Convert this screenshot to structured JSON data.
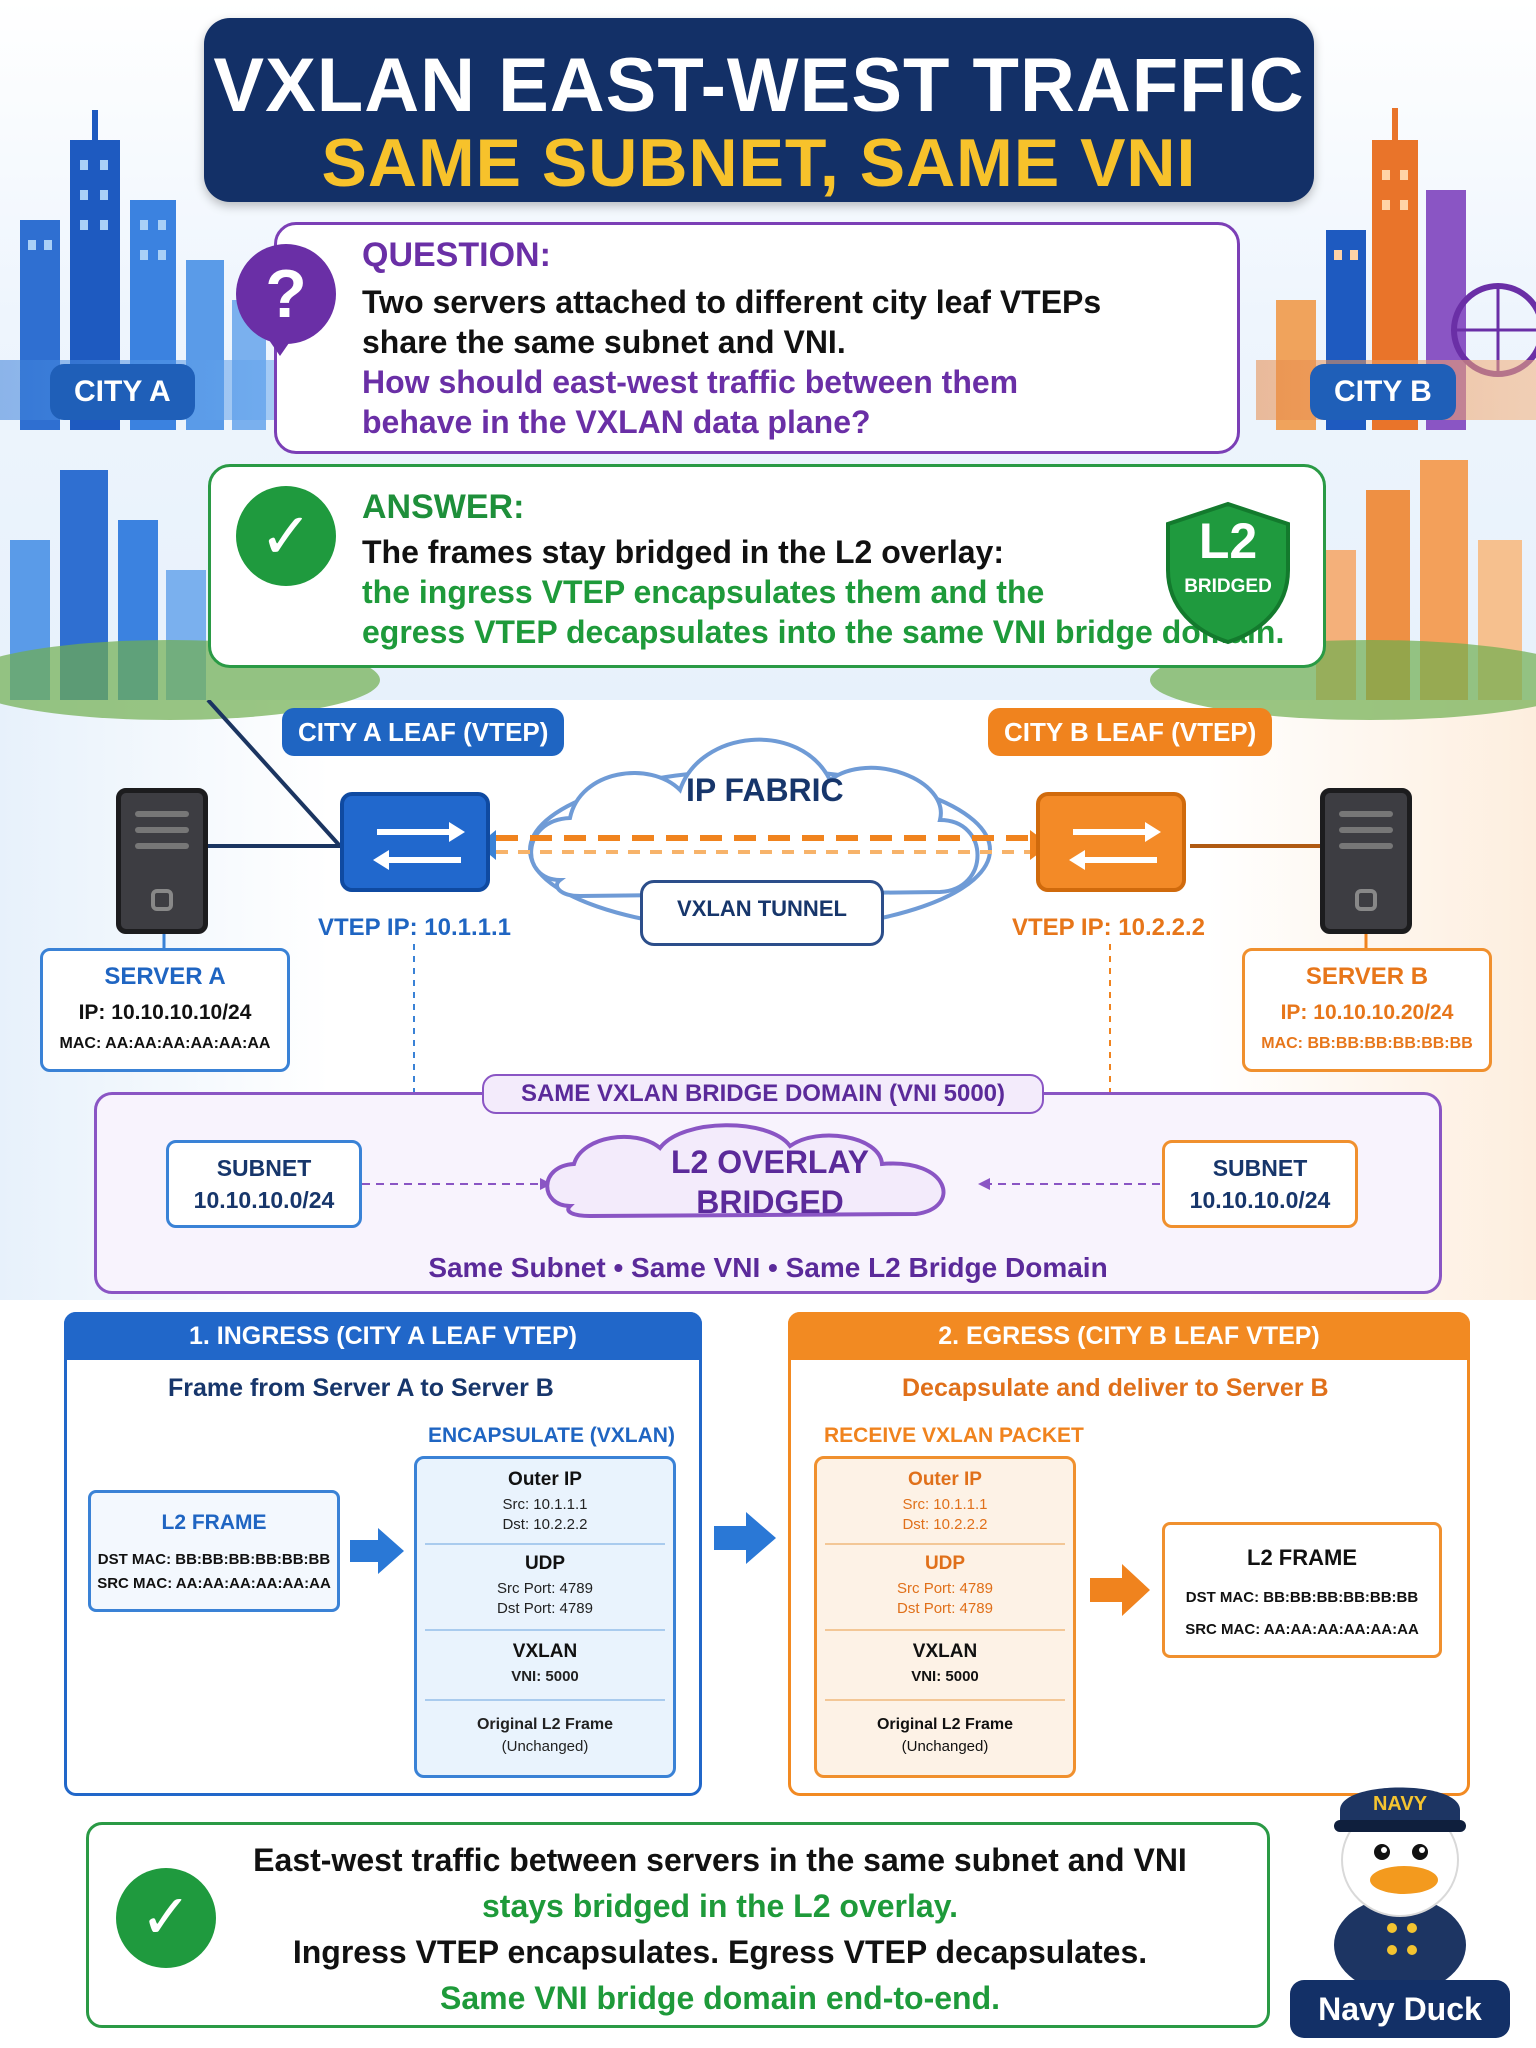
{
  "title": {
    "line1": "VXLAN EAST-WEST TRAFFIC",
    "line2": "SAME SUBNET, SAME VNI"
  },
  "cities": {
    "a": "CITY A",
    "b": "CITY B"
  },
  "question": {
    "heading": "QUESTION:",
    "lines": [
      "Two servers attached to different city leaf VTEPs",
      "share the same subnet and VNI.",
      "How should east-west traffic between them",
      "behave in the VXLAN data plane?"
    ]
  },
  "answer": {
    "heading": "ANSWER:",
    "lines": [
      "The frames stay bridged in the L2 overlay:",
      "the ingress VTEP encapsulates them and the",
      "egress VTEP decapsulates into the same VNI bridge domain."
    ],
    "badge_big": "L2",
    "badge_small": "BRIDGED"
  },
  "diagram": {
    "leaf_a": "CITY A LEAF (VTEP)",
    "leaf_b": "CITY B LEAF (VTEP)",
    "vtep_ip_a": "VTEP IP: 10.1.1.1",
    "vtep_ip_b": "VTEP IP: 10.2.2.2",
    "cloud": "IP FABRIC",
    "tunnel": "VXLAN TUNNEL",
    "server_a": {
      "name": "SERVER A",
      "ip": "IP: 10.10.10.10/24",
      "mac": "MAC: AA:AA:AA:AA:AA:AA"
    },
    "server_b": {
      "name": "SERVER B",
      "ip": "IP: 10.10.10.20/24",
      "mac": "MAC: BB:BB:BB:BB:BB:BB"
    }
  },
  "bridge_domain": {
    "title": "SAME VXLAN BRIDGE DOMAIN (VNI 5000)",
    "subnet_title": "SUBNET",
    "subnet_value": "10.10.10.0/24",
    "overlay_l1": "L2 OVERLAY",
    "overlay_l2": "BRIDGED",
    "footer": "Same Subnet • Same VNI • Same L2 Bridge Domain"
  },
  "ingress": {
    "header": "1. INGRESS (CITY A LEAF VTEP)",
    "subtitle": "Frame from Server A to Server B",
    "caption": "ENCAPSULATE (VXLAN)",
    "frame_title": "L2 FRAME",
    "frame_dst": "DST MAC: BB:BB:BB:BB:BB:BB",
    "frame_src": "SRC MAC: AA:AA:AA:AA:AA:AA"
  },
  "egress": {
    "header": "2. EGRESS (CITY B LEAF VTEP)",
    "subtitle": "Decapsulate and deliver to Server B",
    "caption": "RECEIVE VXLAN PACKET",
    "frame_title": "L2 FRAME",
    "frame_dst": "DST MAC: BB:BB:BB:BB:BB:BB",
    "frame_src": "SRC MAC: AA:AA:AA:AA:AA:AA"
  },
  "packet": {
    "outer_ip": "Outer IP",
    "src_ip": "Src: 10.1.1.1",
    "dst_ip": "Dst: 10.2.2.2",
    "udp": "UDP",
    "src_port": "Src Port: 4789",
    "dst_port": "Dst Port: 4789",
    "vxlan": "VXLAN",
    "vni": "VNI: 5000",
    "orig": "Original L2 Frame",
    "unchanged": "(Unchanged)"
  },
  "summary": {
    "lines": [
      "East-west traffic between servers in the same subnet and VNI",
      "stays bridged in the L2 overlay.",
      "Ingress VTEP encapsulates. Egress VTEP decapsulates.",
      "Same VNI bridge domain end-to-end."
    ]
  },
  "mascot": {
    "cap_text": "NAVY",
    "badge": "Navy Duck"
  },
  "colors": {
    "navy": "#133067",
    "gold": "#f7c22b",
    "purple": "#6a2fa6",
    "green": "#1f9a3e",
    "blue": "#1f65c2",
    "orange": "#f0831e"
  }
}
